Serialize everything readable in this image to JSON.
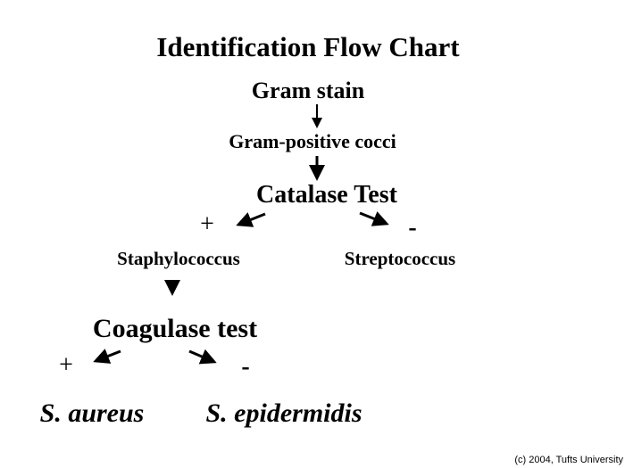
{
  "diagram": {
    "title": "Identification Flow Chart",
    "nodes": {
      "gram_stain": "Gram stain",
      "gram_positive": "Gram-positive cocci",
      "catalase": "Catalase Test",
      "staph": "Staphylococcus",
      "strep": "Streptococcus",
      "coagulase": "Coagulase test",
      "s_aureus": "S. aureus",
      "s_epidermidis": "S. epidermidis"
    },
    "signs": {
      "catalase_positive": "+",
      "catalase_negative": "-",
      "coagulase_positive": "+",
      "coagulase_negative": "-"
    },
    "edges": [
      {
        "from": "Gram stain",
        "to": "Gram-positive cocci"
      },
      {
        "from": "Gram-positive cocci",
        "to": "Catalase Test"
      },
      {
        "from": "Catalase Test",
        "to": "Staphylococcus",
        "label": "+"
      },
      {
        "from": "Catalase Test",
        "to": "Streptococcus",
        "label": "-"
      },
      {
        "from": "Staphylococcus",
        "to": "Coagulase test"
      },
      {
        "from": "Coagulase test",
        "to": "S. aureus",
        "label": "+"
      },
      {
        "from": "Coagulase test",
        "to": "S. epidermidis",
        "label": "-"
      }
    ],
    "colors": {
      "background": "#ffffff",
      "ink": "#000000"
    }
  },
  "footer": {
    "copyright": "(c) 2004, Tufts University"
  }
}
